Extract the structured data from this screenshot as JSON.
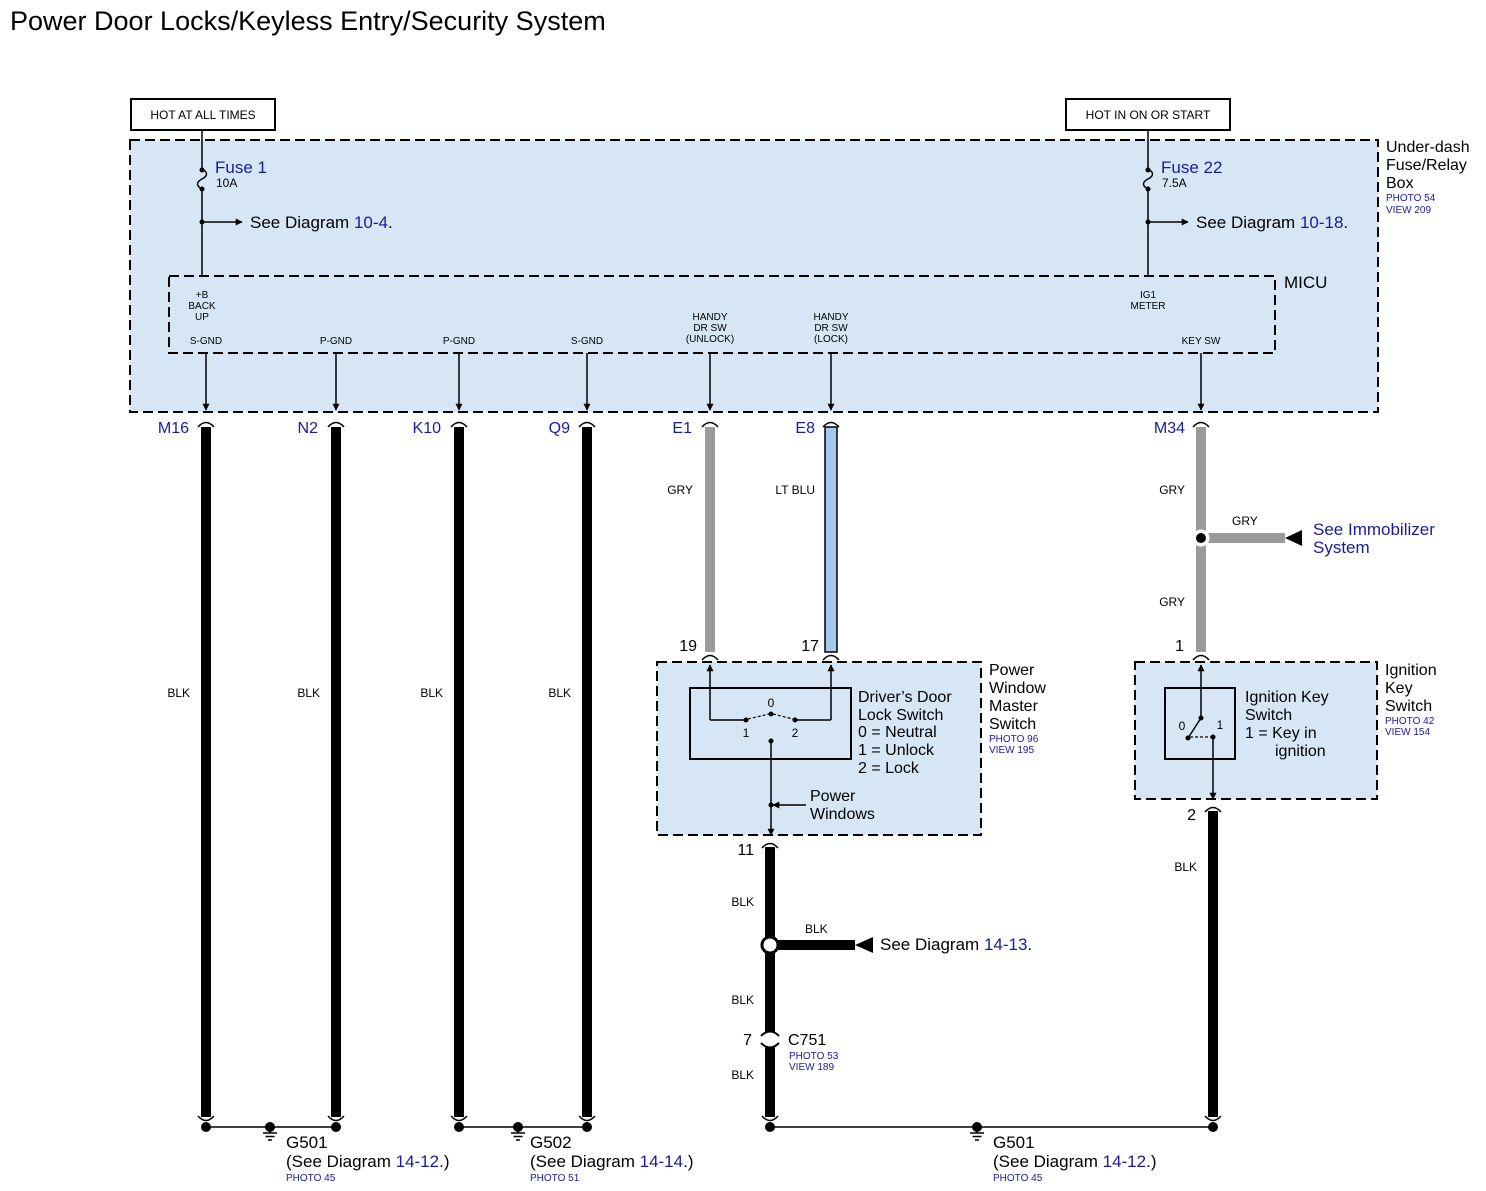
{
  "title": "Power Door Locks/Keyless Entry/Security System",
  "colors": {
    "box_fill": "#d7e6f5",
    "wire_blk": "#000000",
    "wire_gry": "#9a9a9a",
    "wire_ltblu": "#a6c9ef",
    "link": "#1a1aa0"
  },
  "power": {
    "hot_all": "HOT AT ALL TIMES",
    "hot_on": "HOT IN ON OR START"
  },
  "fusebox": {
    "name_l1": "Under-dash",
    "name_l2": "Fuse/Relay",
    "name_l3": "Box",
    "photo": "PHOTO 54",
    "view": "VIEW 209",
    "fuse1_name": "Fuse 1",
    "fuse1_rating": "10A",
    "fuse1_see_pre": "See Diagram ",
    "fuse1_see_link": "10-4",
    "fuse22_name": "Fuse 22",
    "fuse22_rating": "7.5A",
    "fuse22_see_pre": "See Diagram ",
    "fuse22_see_link": "10-18",
    "dot": "."
  },
  "micu": {
    "name": "MICU",
    "bbu_l1": "+B",
    "bbu_l2": "BACK",
    "bbu_l3": "UP",
    "ig1_l1": "IG1",
    "ig1_l2": "METER",
    "pins": {
      "sgnd1": "S-GND",
      "pgnd1": "P-GND",
      "pgnd2": "P-GND",
      "sgnd2": "S-GND",
      "hu_l1": "HANDY",
      "hu_l2": "DR SW",
      "hu_l3": "(UNLOCK)",
      "hl_l1": "HANDY",
      "hl_l2": "DR SW",
      "hl_l3": "(LOCK)",
      "keysw": "KEY SW"
    }
  },
  "connectors": {
    "m16": "M16",
    "n2": "N2",
    "k10": "K10",
    "q9": "Q9",
    "e1": "E1",
    "e8": "E8",
    "m34": "M34"
  },
  "wires": {
    "blk": "BLK",
    "gry": "GRY",
    "ltblu": "LT BLU"
  },
  "immobilizer": {
    "l1": "See Immobilizer",
    "l2": "System"
  },
  "pwms": {
    "name_l1": "Power",
    "name_l2": "Window",
    "name_l3": "Master",
    "name_l4": "Switch",
    "photo": "PHOTO 96",
    "view": "VIEW 195",
    "pin19": "19",
    "pin17": "17",
    "pin11": "11",
    "switch_l1": "Driver’s Door",
    "switch_l2": "Lock Switch",
    "switch_l3": "0 = Neutral",
    "switch_l4": "1 = Unlock",
    "switch_l5": "2 = Lock",
    "pos0": "0",
    "pos1": "1",
    "pos2": "2",
    "pw_l1": "Power",
    "pw_l2": "Windows"
  },
  "ignition": {
    "name_l1": "Ignition",
    "name_l2": "Key",
    "name_l3": "Switch",
    "photo": "PHOTO 42",
    "view": "VIEW 154",
    "pin1": "1",
    "pin2": "2",
    "sw_l1": "Ignition Key",
    "sw_l2": "Switch",
    "sw_l3": "1 = Key in",
    "sw_l4": "ignition",
    "pos0": "0",
    "pos1": "1"
  },
  "splice1413": {
    "pre": "See Diagram ",
    "link": "14-13",
    "dot": "."
  },
  "c751": {
    "name": "C751",
    "pin": "7",
    "photo": "PHOTO 53",
    "view": "VIEW 189"
  },
  "grounds": {
    "g501a_name": "G501",
    "g501a_pre": "(See Diagram ",
    "g501a_link": "14-12",
    "g501a_post": ".)",
    "g501a_photo": "PHOTO 45",
    "g502_name": "G502",
    "g502_pre": "(See Diagram ",
    "g502_link": "14-14",
    "g502_post": ".)",
    "g502_photo": "PHOTO 51",
    "g501b_name": "G501",
    "g501b_pre": "(See Diagram ",
    "g501b_link": "14-12",
    "g501b_post": ".)",
    "g501b_photo": "PHOTO 45"
  }
}
